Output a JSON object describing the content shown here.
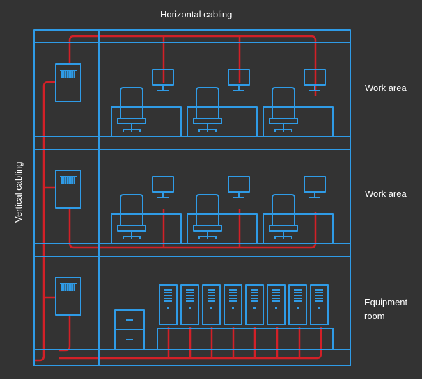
{
  "labels": {
    "horizontal_cabling": "Horizontal cabling",
    "vertical_cabling": "Vertical cabling",
    "work_area_upper": "Work area",
    "work_area_middle": "Work area",
    "equipment_room": "Equipment room"
  },
  "colors": {
    "background": "#333333",
    "structure": "#2f9be6",
    "cable": "#d32027",
    "text": "#ffffff"
  },
  "floors": [
    {
      "name": "work-area-upper",
      "workstations": 3
    },
    {
      "name": "work-area-middle",
      "workstations": 3
    },
    {
      "name": "equipment-room",
      "server_racks": 8,
      "filing_cabinets": 1
    }
  ]
}
